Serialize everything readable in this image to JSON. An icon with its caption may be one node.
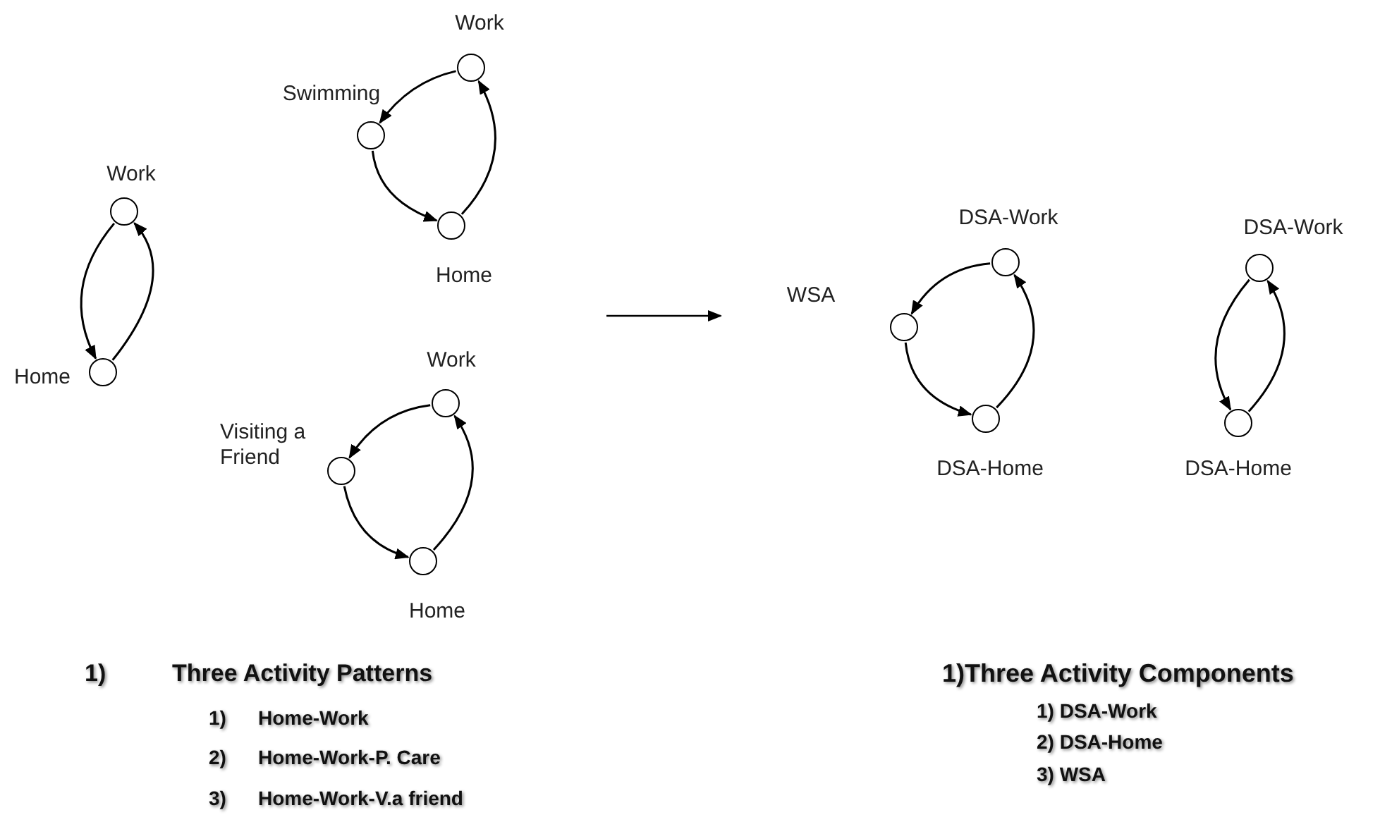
{
  "diagram": {
    "nodes": [
      {
        "text": [],
        "shape": "circle",
        "beside": [
          "Work"
        ]
      },
      {
        "text": [],
        "shape": "circle",
        "beside": [
          "Home"
        ]
      },
      {
        "text": [],
        "shape": "circle",
        "beside": [
          "Work"
        ]
      },
      {
        "text": [],
        "shape": "circle",
        "beside": [
          "Swimming"
        ]
      },
      {
        "text": [],
        "shape": "circle",
        "beside": [
          "Home"
        ]
      },
      {
        "text": [],
        "shape": "circle",
        "beside": [
          "Work"
        ]
      },
      {
        "text": [],
        "shape": "circle",
        "beside": [
          "Visiting a Friend"
        ]
      },
      {
        "text": [],
        "shape": "circle",
        "beside": [
          "Home"
        ]
      },
      {
        "text": [],
        "shape": "circle",
        "beside": [
          "DSA-Work"
        ]
      },
      {
        "text": [],
        "shape": "circle",
        "beside": [
          "WSA"
        ]
      },
      {
        "text": [],
        "shape": "circle",
        "beside": [
          "DSA-Home"
        ]
      },
      {
        "text": [],
        "shape": "circle",
        "beside": [
          "DSA-Work"
        ]
      },
      {
        "text": [],
        "shape": "circle",
        "beside": [
          "DSA-Home"
        ]
      }
    ],
    "edges": [
      {
        "from": 0,
        "to": 1,
        "arrow": "to"
      },
      {
        "from": 1,
        "to": 0,
        "arrow": "to"
      },
      {
        "from": 2,
        "to": 3,
        "arrow": "to"
      },
      {
        "from": 3,
        "to": 4,
        "arrow": "to"
      },
      {
        "from": 4,
        "to": 2,
        "arrow": "to"
      },
      {
        "from": 5,
        "to": 6,
        "arrow": "to"
      },
      {
        "from": 6,
        "to": 7,
        "arrow": "to"
      },
      {
        "from": 7,
        "to": 5,
        "arrow": "to"
      },
      {
        "from": 8,
        "to": 9,
        "arrow": "to"
      },
      {
        "from": 9,
        "to": 10,
        "arrow": "to"
      },
      {
        "from": 10,
        "to": 8,
        "arrow": "to"
      },
      {
        "from": 11,
        "to": 12,
        "arrow": "to"
      },
      {
        "from": 12,
        "to": 11,
        "arrow": "to"
      }
    ],
    "labels": [
      "1)",
      "Three Activity Patterns",
      "1)",
      "Home-Work",
      "2)",
      "Home-Work-P. Care",
      "3)",
      "Home-Work-V.a friend",
      "1)Three Activity Components",
      "1) DSA-Work",
      "2) DSA-Home",
      "3) WSA"
    ]
  }
}
